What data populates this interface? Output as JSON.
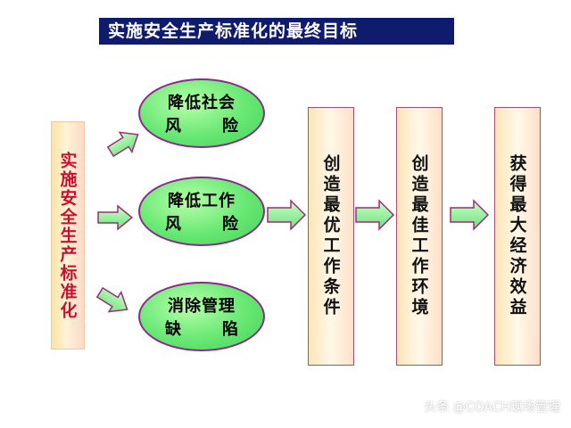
{
  "title": "实施安全生产标准化的最终目标",
  "left_label": "实施安全生产标准化",
  "ovals": [
    {
      "line1": "降低社会",
      "line2a": "风",
      "line2b": "险"
    },
    {
      "line1": "降低工作",
      "line2a": "风",
      "line2b": "险"
    },
    {
      "line1": "消除管理",
      "line2a": "缺",
      "line2b": "陷"
    }
  ],
  "columns": [
    "创造最优工作条件",
    "创造最佳工作环境",
    "获得最大经济效益"
  ],
  "watermark": "头条 @COACH现场管理",
  "colors": {
    "title_bg": "#0f1c6e",
    "oval_fill": "#66e873",
    "oval_border": "#8a2a8a",
    "arrow_fill": "#7dea86",
    "arrow_border": "#9b2d7a",
    "left_text": "#c8102e"
  }
}
